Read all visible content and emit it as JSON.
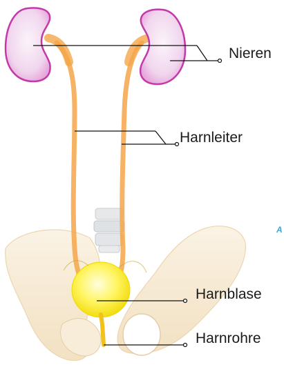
{
  "labels": {
    "kidneys": "Nieren",
    "ureter": "Harnleiter",
    "bladder": "Harnblase",
    "urethra": "Harnrohre"
  },
  "corner_badge": "A",
  "colors": {
    "kidney_fill": "#f3dff0",
    "kidney_edge": "#c23aa8",
    "ureter": "#f5a64a",
    "pelvis": "#f6e6c8",
    "bladder": "#fff45a",
    "bladder_edge": "#f0d800",
    "spine": "#dcdfe2",
    "leader": "#111111",
    "badge": "#3aa3d8"
  }
}
